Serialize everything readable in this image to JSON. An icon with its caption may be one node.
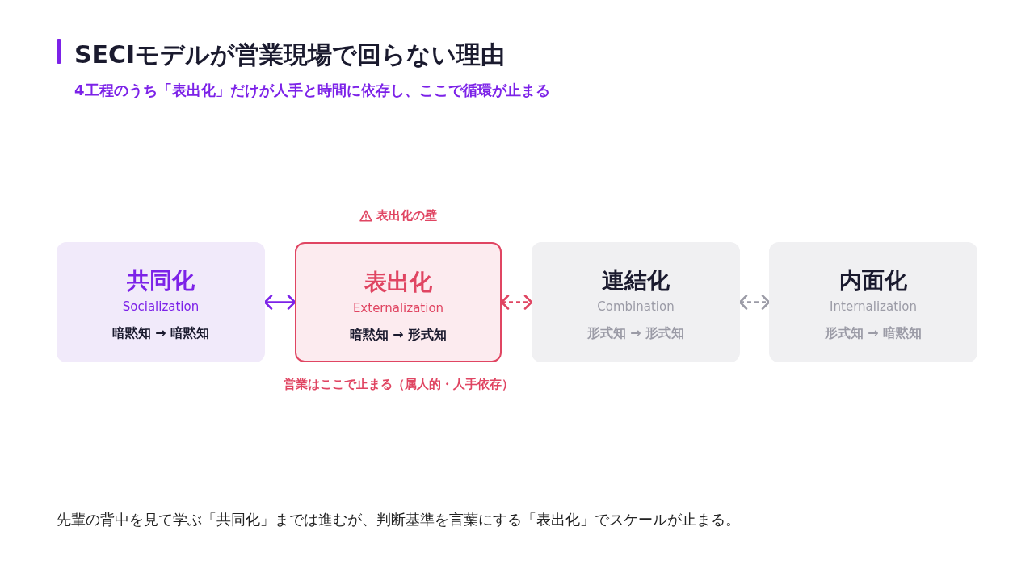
{
  "diagram": {
    "title": "SECIモデルが営業現場で回らない理由",
    "nodes": [
      {
        "text": [
          "共同化",
          "Socialization",
          "暗黙知 → 暗黙知"
        ]
      },
      {
        "text": [
          "表出化",
          "Externalization",
          "暗黙知 → 形式知"
        ],
        "beside": [
          "表出化の壁",
          "営業はここで止まる（属人的・人手依存）"
        ]
      },
      {
        "text": [
          "連結化",
          "Combination",
          "形式知 → 形式知"
        ]
      },
      {
        "text": [
          "内面化",
          "Internalization",
          "形式知 → 暗黙知"
        ]
      }
    ],
    "edges": [
      {
        "from": 0,
        "to": 1,
        "arrow": "both",
        "color": "#7c22e8"
      },
      {
        "from": 1,
        "to": 2,
        "arrow": "both",
        "style": "dashed",
        "color": "#e04562"
      },
      {
        "from": 2,
        "to": 3,
        "arrow": "both",
        "style": "dashed",
        "color": "#9b9ba6"
      }
    ],
    "labels": [
      "4工程のうち「表出化」だけが人手と時間に依存し、ここで循環が止まる"
    ],
    "caption": "先輩の背中を見て学ぶ「共同化」までは進むが、判断基準を言葉にする「表出化」でスケールが止まる。"
  }
}
